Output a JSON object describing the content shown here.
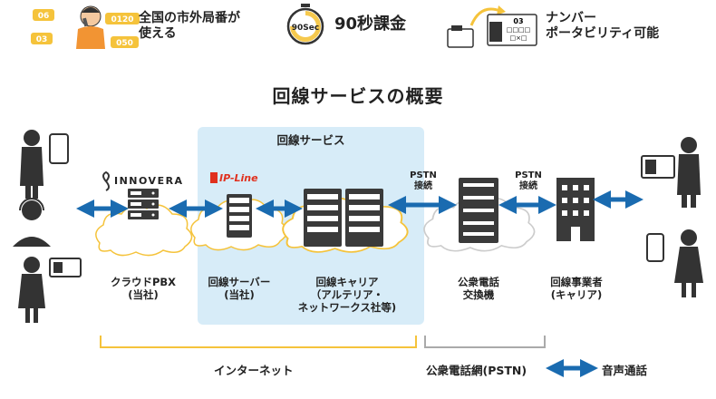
{
  "features": [
    {
      "icon": "person-phone-icon",
      "bubbles": [
        "06",
        "0120",
        "03",
        "050"
      ],
      "text": "全国の市外局番が\n使える"
    },
    {
      "icon": "stopwatch-icon",
      "badge": "90Sec",
      "text": "90秒課金"
    },
    {
      "icon": "phone-transfer-icon",
      "badge": "03\n□□□□\n□×□",
      "text": "ナンバー\nポータビリティ可能"
    }
  ],
  "section_title": "回線サービスの概要",
  "panel_title": "回線サービス",
  "logos": {
    "innovera": "INNOVERA",
    "ipline": "IP-Line"
  },
  "nodes": [
    {
      "id": "cloud-pbx",
      "label": "クラウドPBX\n(当社)"
    },
    {
      "id": "line-server",
      "label": "回線サーバー\n(当社)"
    },
    {
      "id": "line-carrier",
      "label": "回線キャリア\n（アルテリア・\nネットワークス社等)"
    },
    {
      "id": "pstn-exchange",
      "label": "公衆電話\n交換機"
    },
    {
      "id": "line-operator",
      "label": "回線事業者\n(キャリア)"
    }
  ],
  "pstn_labels": [
    "PSTN\n接続",
    "PSTN\n接続"
  ],
  "bottom": {
    "internet": "インターネット",
    "pstn_network": "公衆電話網(PSTN)",
    "voice": "音声通話"
  },
  "colors": {
    "accent_blue": "#1a6bb0",
    "panel": "#d7ecf8",
    "bracket_yellow": "#f5c33b",
    "bracket_gray": "#aaaaaa",
    "bubble": "#f5c33b",
    "person": "#333333"
  }
}
